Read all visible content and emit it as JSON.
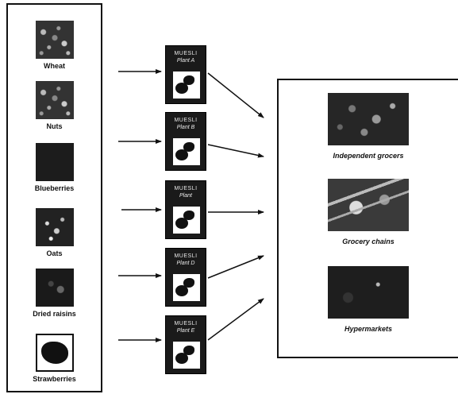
{
  "ingredients": [
    {
      "label": "Wheat",
      "icon": "wheat-photo"
    },
    {
      "label": "Nuts",
      "icon": "nuts-photo"
    },
    {
      "label": "Blueberries",
      "icon": "blueberries-photo"
    },
    {
      "label": "Oats",
      "icon": "oats-photo"
    },
    {
      "label": "Dried raisins",
      "icon": "dried-raisins-photo"
    },
    {
      "label": "Strawberries",
      "icon": "strawberry-icon"
    }
  ],
  "plants": [
    {
      "title": "MUESLI",
      "name": "Plant A"
    },
    {
      "title": "MUESLI",
      "name": "Plant B"
    },
    {
      "title": "MUESLI",
      "name": "Plant"
    },
    {
      "title": "MUESLI",
      "name": "Plant D"
    },
    {
      "title": "MUESLI",
      "name": "Plant E"
    }
  ],
  "retailers": [
    {
      "label": "Independent grocers",
      "icon": "grocer-photo"
    },
    {
      "label": "Grocery chains",
      "icon": "grocery-chain-photo"
    },
    {
      "label": "Hypermarkets",
      "icon": "hypermarket-photo"
    }
  ],
  "colors": {
    "stroke": "#111111",
    "plant_bg": "#1a1a1a"
  }
}
